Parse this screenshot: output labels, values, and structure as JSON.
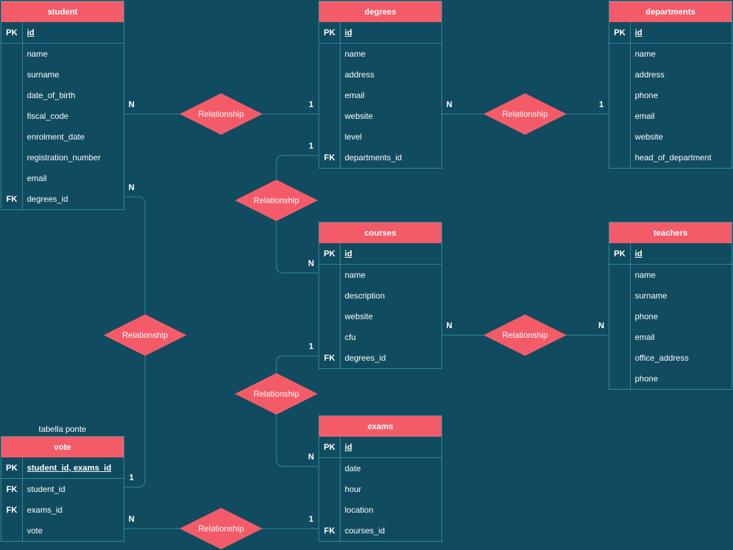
{
  "entities": {
    "student": {
      "title": "student",
      "pk": {
        "key": "PK",
        "field": "id"
      },
      "rows": [
        {
          "key": "",
          "field": "name"
        },
        {
          "key": "",
          "field": "surname"
        },
        {
          "key": "",
          "field": "date_of_birth"
        },
        {
          "key": "",
          "field": "fiscal_code"
        },
        {
          "key": "",
          "field": "enrolment_date"
        },
        {
          "key": "",
          "field": "registration_number"
        },
        {
          "key": "",
          "field": "email"
        },
        {
          "key": "FK",
          "field": "degrees_id"
        }
      ]
    },
    "degrees": {
      "title": "degrees",
      "pk": {
        "key": "PK",
        "field": "id"
      },
      "rows": [
        {
          "key": "",
          "field": "name"
        },
        {
          "key": "",
          "field": "address"
        },
        {
          "key": "",
          "field": "email"
        },
        {
          "key": "",
          "field": "website"
        },
        {
          "key": "",
          "field": "level"
        },
        {
          "key": "FK",
          "field": "departments_id"
        }
      ]
    },
    "departments": {
      "title": "departments",
      "pk": {
        "key": "PK",
        "field": "id"
      },
      "rows": [
        {
          "key": "",
          "field": "name"
        },
        {
          "key": "",
          "field": "address"
        },
        {
          "key": "",
          "field": "phone"
        },
        {
          "key": "",
          "field": "email"
        },
        {
          "key": "",
          "field": "website"
        },
        {
          "key": "",
          "field": "head_of_department"
        }
      ]
    },
    "courses": {
      "title": "courses",
      "pk": {
        "key": "PK",
        "field": "id"
      },
      "rows": [
        {
          "key": "",
          "field": "name"
        },
        {
          "key": "",
          "field": "description"
        },
        {
          "key": "",
          "field": "website"
        },
        {
          "key": "",
          "field": "cfu"
        },
        {
          "key": "FK",
          "field": "degrees_id"
        }
      ]
    },
    "teachers": {
      "title": "teachers",
      "pk": {
        "key": "PK",
        "field": "id"
      },
      "rows": [
        {
          "key": "",
          "field": "name"
        },
        {
          "key": "",
          "field": "surname"
        },
        {
          "key": "",
          "field": "phone"
        },
        {
          "key": "",
          "field": "email"
        },
        {
          "key": "",
          "field": "office_address"
        },
        {
          "key": "",
          "field": "phone"
        }
      ]
    },
    "exams": {
      "title": "exams",
      "pk": {
        "key": "PK",
        "field": "id"
      },
      "rows": [
        {
          "key": "",
          "field": "date"
        },
        {
          "key": "",
          "field": "hour"
        },
        {
          "key": "",
          "field": "location"
        },
        {
          "key": "FK",
          "field": "courses_id"
        }
      ]
    },
    "vote": {
      "title": "vote",
      "caption": "tabella ponte",
      "pk": {
        "key": "PK",
        "field": "student_id, exams_id"
      },
      "rows": [
        {
          "key": "FK",
          "field": "student_id"
        },
        {
          "key": "FK",
          "field": "exams_id"
        },
        {
          "key": "",
          "field": "vote"
        }
      ]
    }
  },
  "relationships": [
    {
      "label": "Relationship",
      "from": "student",
      "to": "degrees",
      "card_from": "N",
      "card_to": "1"
    },
    {
      "label": "Relationship",
      "from": "degrees",
      "to": "departments",
      "card_from": "N",
      "card_to": "1"
    },
    {
      "label": "Relationship",
      "from": "degrees",
      "to": "courses",
      "card_from": "1",
      "card_to": "N"
    },
    {
      "label": "Relationship",
      "from": "courses",
      "to": "teachers",
      "card_from": "N",
      "card_to": "N"
    },
    {
      "label": "Relationship",
      "from": "student",
      "to": "vote",
      "card_from": "N",
      "card_to": "1"
    },
    {
      "label": "Relationship",
      "from": "courses",
      "to": "exams",
      "card_from": "1",
      "card_to": "N"
    },
    {
      "label": "Relationship",
      "from": "vote",
      "to": "exams",
      "card_from": "N",
      "card_to": "1"
    }
  ],
  "colors": {
    "background": "#114B5F",
    "accent": "#F45B69",
    "border": "#2f8f9f"
  }
}
